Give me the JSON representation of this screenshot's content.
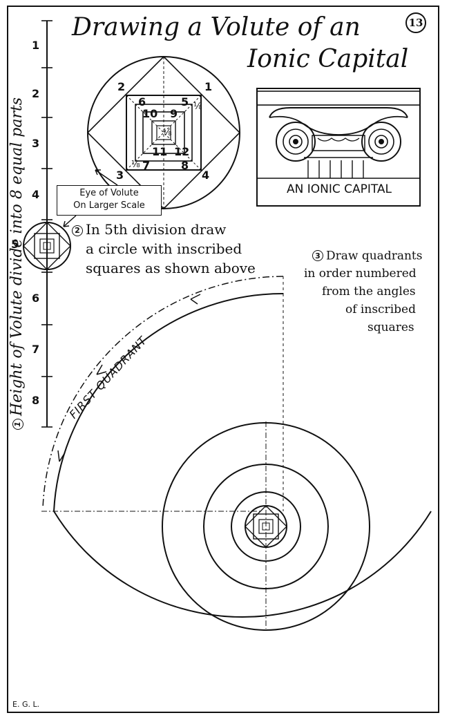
{
  "title_line1": "Drawing a Volute of an",
  "title_line2": "Ionic Capital",
  "plate_number": "13",
  "scale": {
    "division_labels": [
      "1",
      "2",
      "3",
      "4",
      "5",
      "6",
      "7",
      "8"
    ],
    "vertical_caption_number": "1",
    "vertical_caption": "Height of Volute divide into 8 equal parts"
  },
  "eye_diagram": {
    "corner_labels": [
      "1",
      "2",
      "3",
      "4"
    ],
    "inner_labels": [
      "5",
      "6",
      "7",
      "8",
      "9",
      "10",
      "11",
      "12"
    ],
    "fraction_label": "⅛"
  },
  "eye_callout": {
    "line1": "Eye of Volute",
    "line2": "On Larger Scale"
  },
  "ionic_capital_label": "AN IONIC CAPITAL",
  "step2": {
    "number": "2",
    "line1": "In 5th division draw",
    "line2": "a circle with inscribed",
    "line3": "squares as shown above"
  },
  "step3": {
    "number": "3",
    "line1": "Draw quadrants",
    "line2": "in order numbered",
    "line3": "from the angles",
    "line4": "of inscribed",
    "line5": "squares"
  },
  "first_quadrant_label": "FIRST QUADRANT",
  "signature": "E. G. L."
}
